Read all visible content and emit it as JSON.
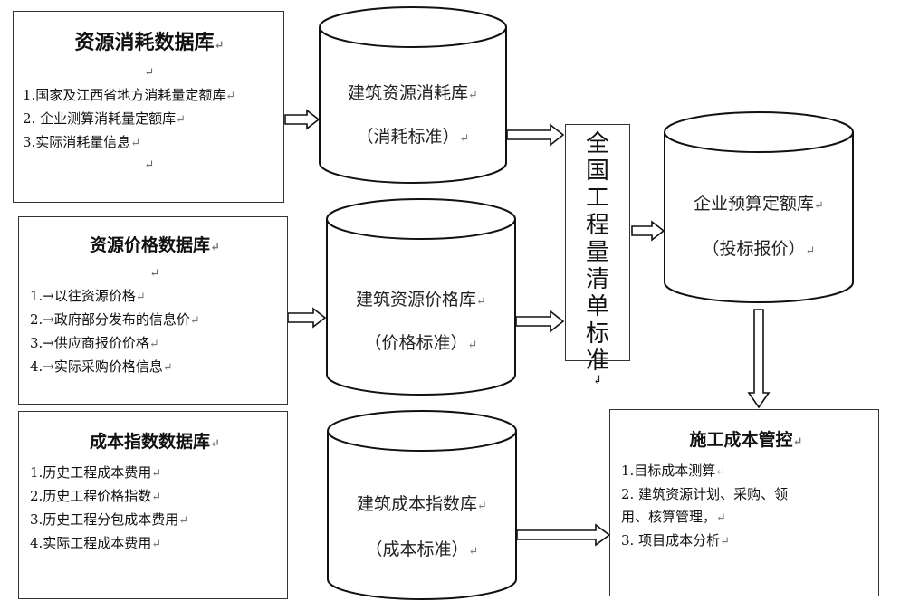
{
  "boxes": {
    "consumption": {
      "title": "资源消耗数据库",
      "items": [
        "1.国家及江西省地方消耗量定额库",
        "2.  企业测算消耗量定额库",
        "3.实际消耗量信息"
      ]
    },
    "price": {
      "title": "资源价格数据库",
      "items": [
        "1.→以往资源价格",
        "2.→政府部分发布的信息价",
        "3.→供应商报价价格",
        "4.→实际采购价格信息"
      ]
    },
    "index": {
      "title": "成本指数数据库",
      "items": [
        "1.历史工程成本费用",
        "2.历史工程价格指数",
        "3.历史工程分包成本费用",
        "4.实际工程成本费用"
      ]
    },
    "control": {
      "title": "施工成本管控",
      "items": [
        "1.目标成本测算",
        "2.  建筑资源计划、采购、领",
        "用、核算管理，",
        "3.  项目成本分析"
      ]
    }
  },
  "cylinders": {
    "consumption": {
      "name": "建筑资源消耗库",
      "sub": "（消耗标准）"
    },
    "price": {
      "name": "建筑资源价格库",
      "sub": "（价格标准）"
    },
    "index": {
      "name": "建筑成本指数库",
      "sub": "（成本标准）"
    },
    "quota": {
      "name": "企业预算定额库",
      "sub": "（投标报价）"
    }
  },
  "standard": {
    "chars": [
      "全",
      "国",
      "工",
      "程",
      "量",
      "清",
      "单",
      "标",
      "准"
    ]
  },
  "marks": {
    "paragraph": "↵",
    "paragraph_alt": "↲"
  }
}
